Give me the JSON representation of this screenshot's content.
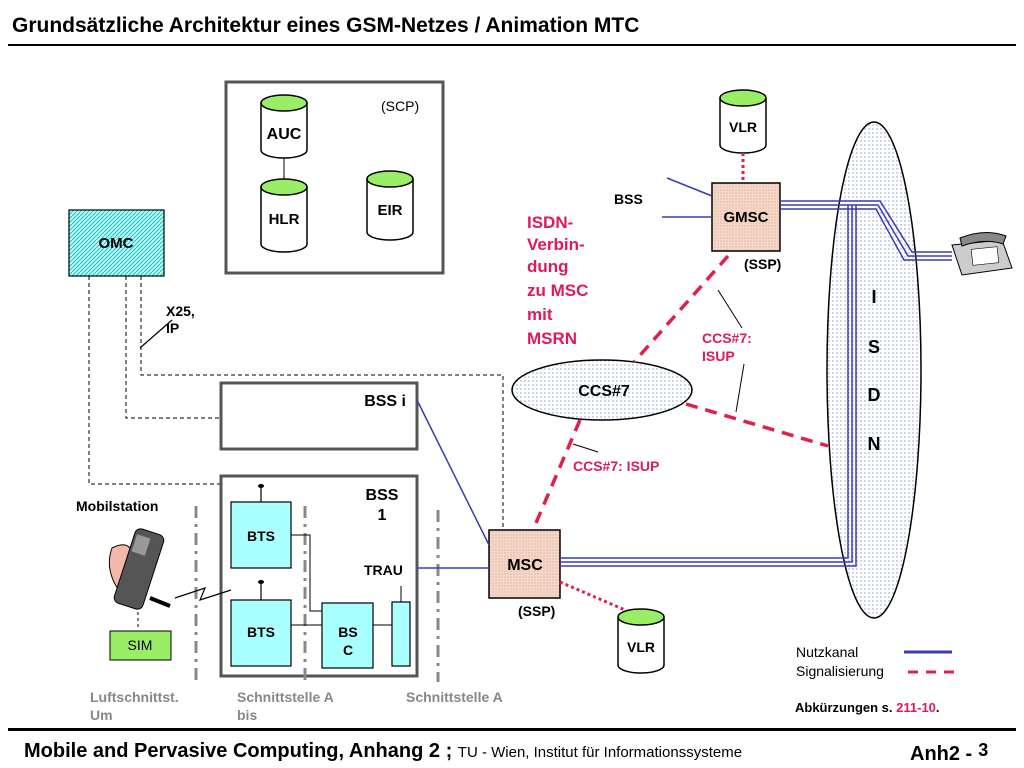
{
  "title": "Grundsätzliche Architektur eines GSM-Netzes / Animation MTC",
  "nodes": {
    "scp": "(SCP)",
    "auc": "AUC",
    "hlr": "HLR",
    "eir": "EIR",
    "omc": "OMC",
    "x25": "X25,",
    "ip": "IP",
    "vlr_top": "VLR",
    "bss_label": "BSS",
    "gmsc": "GMSC",
    "ssp_gmsc": "(SSP)",
    "isdn_letters": [
      "I",
      "S",
      "D",
      "N"
    ],
    "ccs7": "CCS#7",
    "ccs7_isup_right": [
      "CCS#7:",
      "ISUP"
    ],
    "ccs7_isup_mid": "CCS#7: ISUP",
    "isdn_connection": [
      "ISDN-",
      "Verbin-",
      "dung",
      "zu MSC",
      "mit",
      "MSRN"
    ],
    "bss_i": "BSS i",
    "bss_1": [
      "BSS",
      "1"
    ],
    "mobilstation": "Mobilstation",
    "bts_top": "BTS",
    "bts_bottom": "BTS",
    "trau": "TRAU",
    "bsc": [
      "BS",
      "C"
    ],
    "sim": "SIM",
    "msc": "MSC",
    "ssp_msc": "(SSP)",
    "vlr_bottom": "VLR"
  },
  "interfaces": {
    "luft": [
      "Luftschnittst.",
      "Um"
    ],
    "abis": [
      "Schnittstelle A",
      "bis"
    ],
    "a": "Schnittstelle A"
  },
  "legend": {
    "nutzkanal": "Nutzkanal",
    "signalisierung": "Signalisierung",
    "nutzkanal_color": "#3a3ab8",
    "signalisierung_color": "#e0204a"
  },
  "abbrev": {
    "label": "Abkürzungen s.",
    "ref": "211-10",
    "dot": "."
  },
  "footer": {
    "course": "Mobile and Pervasive Computing, Anhang 2",
    "sep": ";",
    "institute": "TU - Wien, Institut für Informationssysteme",
    "section": "Anh2 -",
    "page": "3"
  },
  "colors": {
    "cyan": "#aaffff",
    "green": "#99ee66",
    "pink_box": "#f7d8c8",
    "magenta": "#e01a5a",
    "blue_line": "#3a3ab8",
    "grey_dash": "#888888"
  }
}
